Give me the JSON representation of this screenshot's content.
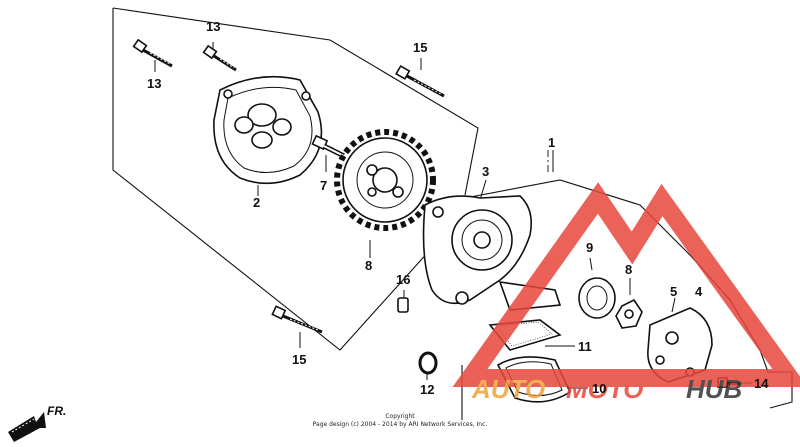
{
  "diagram": {
    "callouts": [
      {
        "id": "c13a",
        "label": "13"
      },
      {
        "id": "c13b",
        "label": "13"
      },
      {
        "id": "c15a",
        "label": "15"
      },
      {
        "id": "c1",
        "label": "1"
      },
      {
        "id": "c7",
        "label": "7"
      },
      {
        "id": "c2",
        "label": "2"
      },
      {
        "id": "c3",
        "label": "3"
      },
      {
        "id": "c8",
        "label": "8"
      },
      {
        "id": "c16",
        "label": "16"
      },
      {
        "id": "c9",
        "label": "9"
      },
      {
        "id": "c8b",
        "label": "8"
      },
      {
        "id": "c5",
        "label": "5"
      },
      {
        "id": "c4",
        "label": "4"
      },
      {
        "id": "c15b",
        "label": "15"
      },
      {
        "id": "c11",
        "label": "11"
      },
      {
        "id": "c12",
        "label": "12"
      },
      {
        "id": "c10",
        "label": "10"
      },
      {
        "id": "c14",
        "label": "14"
      }
    ],
    "direction_label": "FR."
  },
  "watermark": {
    "part1": "AUTO",
    "part2": "MOTO",
    "part3": "HUB",
    "colors": {
      "red": "#e8463c",
      "orange": "#f0a13a",
      "dark": "#333333"
    }
  },
  "footer": {
    "line1": "Copyright",
    "line2": "Page design (c) 2004 - 2014 by ARI Network Services, Inc."
  }
}
